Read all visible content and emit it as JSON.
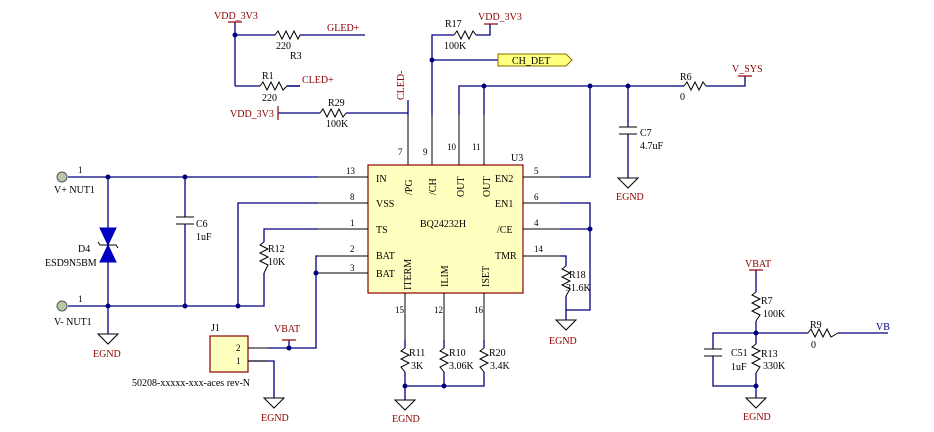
{
  "ic": {
    "designator": "U3",
    "part": "BQ24232H",
    "pins_left": [
      {
        "num": "13",
        "name": "IN"
      },
      {
        "num": "8",
        "name": "VSS"
      },
      {
        "num": "1",
        "name": "TS"
      },
      {
        "num": "2",
        "name": "BAT"
      },
      {
        "num": "3",
        "name": "BAT"
      }
    ],
    "pins_top": [
      {
        "num": "7",
        "name": "/PG"
      },
      {
        "num": "9",
        "name": "/CH"
      },
      {
        "num": "10",
        "name": "OUT"
      },
      {
        "num": "11",
        "name": "OUT"
      }
    ],
    "pins_right": [
      {
        "num": "5",
        "name": "EN2"
      },
      {
        "num": "6",
        "name": "EN1"
      },
      {
        "num": "4",
        "name": "/CE"
      },
      {
        "num": "14",
        "name": "TMR"
      }
    ],
    "pins_bottom": [
      {
        "num": "15",
        "name": "ITERM"
      },
      {
        "num": "12",
        "name": "ILIM"
      },
      {
        "num": "16",
        "name": "ISET"
      }
    ]
  },
  "power": {
    "vdd_a": "VDD_3V3",
    "vdd_b": "VDD_3V3",
    "vdd_c": "VDD_3V3",
    "v_sys": "V_SYS",
    "vbat_j1": "VBAT",
    "vbat_right": "VBAT",
    "egnd": "EGND"
  },
  "nets": {
    "gled": "GLED+",
    "cled": "CLED+",
    "cled_minus": "CLED-",
    "ch_det": "CH_DET",
    "vb": "VB"
  },
  "components": {
    "r3": {
      "ref": "R3",
      "value": "220"
    },
    "r1": {
      "ref": "R1",
      "value": "220"
    },
    "r29": {
      "ref": "R29",
      "value": "100K"
    },
    "r17": {
      "ref": "R17",
      "value": "100K"
    },
    "r6": {
      "ref": "R6",
      "value": "0"
    },
    "c7": {
      "ref": "C7",
      "value": "4.7uF"
    },
    "c6": {
      "ref": "C6",
      "value": "1uF"
    },
    "d4": {
      "ref": "D4",
      "value": "ESD9N5BM"
    },
    "r12": {
      "ref": "R12",
      "value": "10K"
    },
    "r18": {
      "ref": "R18",
      "value": "31.6K"
    },
    "r11": {
      "ref": "R11",
      "value": "3K"
    },
    "r10": {
      "ref": "R10",
      "value": "3.06K"
    },
    "r20": {
      "ref": "R20",
      "value": "3.4K"
    },
    "r7": {
      "ref": "R7",
      "value": "100K"
    },
    "r13": {
      "ref": "R13",
      "value": "330K"
    },
    "r9": {
      "ref": "R9",
      "value": "0"
    },
    "c51": {
      "ref": "C51",
      "value": "1uF"
    }
  },
  "connectors": {
    "nut_plus": {
      "pin": "1",
      "label": "V+ NUT1"
    },
    "nut_minus": {
      "pin": "1",
      "label": "V- NUT1"
    },
    "j1": {
      "ref": "J1",
      "pin2": "2",
      "pin1": "1",
      "part": "50208-xxxxx-xxx-aces rev-N"
    }
  }
}
